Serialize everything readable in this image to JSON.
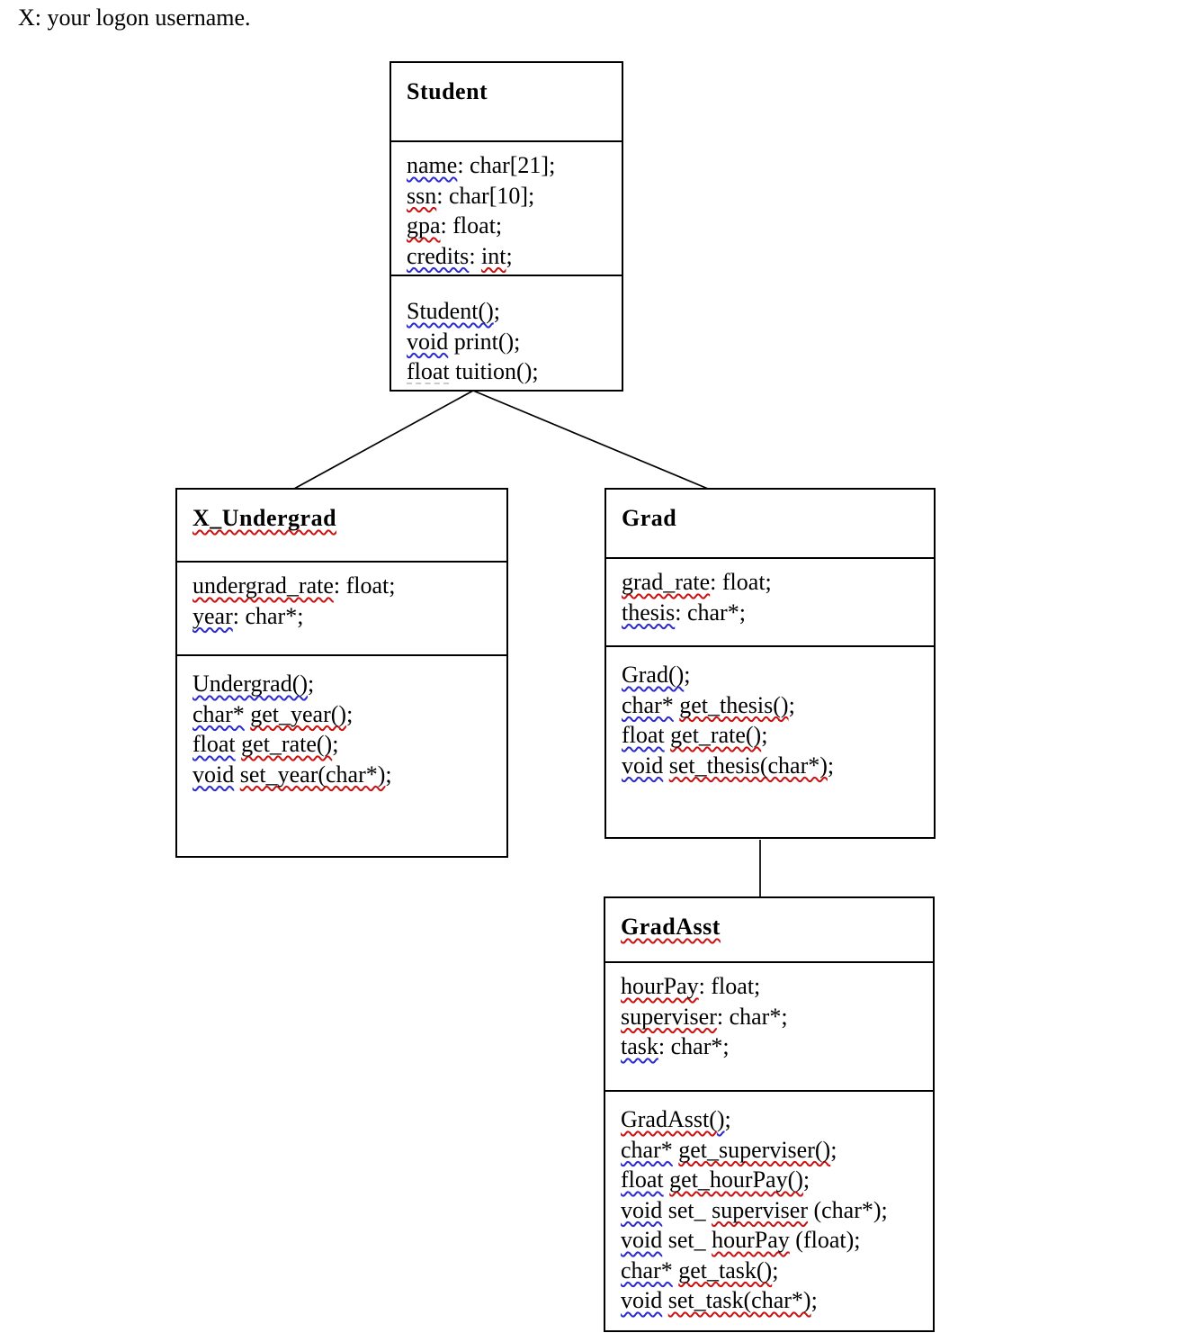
{
  "note": "X: your logon username.",
  "colors": {
    "spell_check": "#cc1111",
    "grammar_check": "#2b2bd0",
    "faint_mark": "#c9c9c9",
    "line_color": "#000000"
  },
  "connectors": [
    {
      "name": "student-to-x-undergrad",
      "from": "Student",
      "to": "X_Undergrad"
    },
    {
      "name": "student-to-grad",
      "from": "Student",
      "to": "Grad"
    },
    {
      "name": "grad-to-gradasst",
      "from": "Grad",
      "to": "GradAsst"
    }
  ],
  "classes": [
    {
      "name": "Student",
      "title_runs": [
        {
          "t": "Student"
        }
      ],
      "attributes": [
        [
          {
            "t": "name",
            "u": "grammar"
          },
          {
            "t": ": char[21];"
          }
        ],
        [
          {
            "t": "ssn",
            "u": "spell"
          },
          {
            "t": ": char[10];"
          }
        ],
        [
          {
            "t": "gpa",
            "u": "spell"
          },
          {
            "t": ": float;"
          }
        ],
        [
          {
            "t": "credits",
            "u": "grammar"
          },
          {
            "t": ": "
          },
          {
            "t": "int",
            "u": "spell"
          },
          {
            "t": ";"
          }
        ]
      ],
      "methods": [
        [
          {
            "t": "Student()",
            "u": "grammar"
          },
          {
            "t": ";"
          }
        ],
        [
          {
            "t": "void",
            "u": "grammar"
          },
          {
            "t": " print();"
          }
        ],
        [
          {
            "t": "float",
            "u": "faint"
          },
          {
            "t": " tuition();"
          }
        ]
      ]
    },
    {
      "name": "X_Undergrad",
      "title_runs": [
        {
          "t": "X_Undergrad",
          "u": "spell"
        }
      ],
      "attributes": [
        [
          {
            "t": "undergrad_rate",
            "u": "spell"
          },
          {
            "t": ": float;"
          }
        ],
        [
          {
            "t": "year",
            "u": "grammar"
          },
          {
            "t": ": char*;"
          }
        ]
      ],
      "methods": [
        [
          {
            "t": "Undergrad()",
            "u": "grammar"
          },
          {
            "t": ";"
          }
        ],
        [
          {
            "t": "char*",
            "u": "grammar"
          },
          {
            "t": " "
          },
          {
            "t": "get_year()",
            "u": "spell"
          },
          {
            "t": ";"
          }
        ],
        [
          {
            "t": "float",
            "u": "grammar"
          },
          {
            "t": " "
          },
          {
            "t": "get_rate()",
            "u": "spell"
          },
          {
            "t": ";"
          }
        ],
        [
          {
            "t": "void",
            "u": "grammar"
          },
          {
            "t": " "
          },
          {
            "t": "set_year(char*)",
            "u": "spell"
          },
          {
            "t": ";"
          }
        ]
      ]
    },
    {
      "name": "Grad",
      "title_runs": [
        {
          "t": "Grad"
        }
      ],
      "attributes": [
        [
          {
            "t": "grad_rate",
            "u": "spell"
          },
          {
            "t": ": float;"
          }
        ],
        [
          {
            "t": "thesis",
            "u": "grammar"
          },
          {
            "t": ": char*;"
          }
        ]
      ],
      "methods": [
        [
          {
            "t": "Grad()",
            "u": "grammar"
          },
          {
            "t": ";"
          }
        ],
        [
          {
            "t": "char*",
            "u": "grammar"
          },
          {
            "t": " "
          },
          {
            "t": "get_thesis()",
            "u": "spell"
          },
          {
            "t": ";"
          }
        ],
        [
          {
            "t": "float",
            "u": "grammar"
          },
          {
            "t": " "
          },
          {
            "t": "get_rate()",
            "u": "spell"
          },
          {
            "t": ";"
          }
        ],
        [
          {
            "t": "void",
            "u": "grammar"
          },
          {
            "t": " "
          },
          {
            "t": "set_thesis(char*)",
            "u": "spell"
          },
          {
            "t": ";"
          }
        ]
      ]
    },
    {
      "name": "GradAsst",
      "title_runs": [
        {
          "t": "GradAsst",
          "u": "spell"
        }
      ],
      "attributes": [
        [
          {
            "t": "hourPay",
            "u": "spell"
          },
          {
            "t": ": float;"
          }
        ],
        [
          {
            "t": "superviser",
            "u": "spell"
          },
          {
            "t": ": char*;"
          }
        ],
        [
          {
            "t": "task",
            "u": "grammar"
          },
          {
            "t": ": char*;"
          }
        ]
      ],
      "methods": [
        [
          {
            "t": "GradAsst(",
            "u": "spell"
          },
          {
            "t": ")",
            "u": "grammar"
          },
          {
            "t": ";"
          }
        ],
        [
          {
            "t": "char*",
            "u": "grammar"
          },
          {
            "t": " "
          },
          {
            "t": "get_superviser()",
            "u": "spell"
          },
          {
            "t": ";"
          }
        ],
        [
          {
            "t": "float",
            "u": "grammar"
          },
          {
            "t": " "
          },
          {
            "t": "get_hourPay()",
            "u": "spell"
          },
          {
            "t": ";"
          }
        ],
        [
          {
            "t": "void",
            "u": "grammar"
          },
          {
            "t": " set_ "
          },
          {
            "t": "superviser",
            "u": "spell"
          },
          {
            "t": " (char*);"
          }
        ],
        [
          {
            "t": "void",
            "u": "grammar"
          },
          {
            "t": " set_ "
          },
          {
            "t": "hourPay",
            "u": "spell"
          },
          {
            "t": " (float);"
          }
        ],
        [
          {
            "t": "char*",
            "u": "grammar"
          },
          {
            "t": " "
          },
          {
            "t": "get_task()",
            "u": "spell"
          },
          {
            "t": ";"
          }
        ],
        [
          {
            "t": "void",
            "u": "grammar"
          },
          {
            "t": " "
          },
          {
            "t": "set_task(char*)",
            "u": "spell"
          },
          {
            "t": ";"
          }
        ]
      ]
    }
  ]
}
